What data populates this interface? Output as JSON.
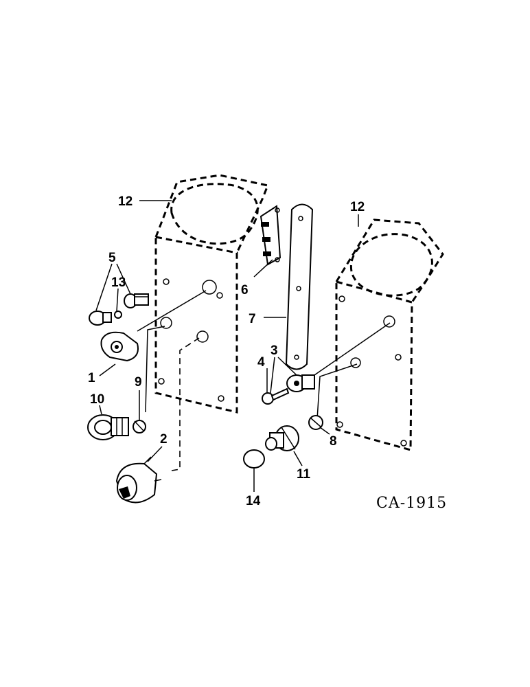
{
  "figure_code": "CA-1915",
  "callouts": [
    {
      "id": "callout-1",
      "label": "1"
    },
    {
      "id": "callout-2",
      "label": "2"
    },
    {
      "id": "callout-3",
      "label": "3"
    },
    {
      "id": "callout-4",
      "label": "4"
    },
    {
      "id": "callout-5",
      "label": "5"
    },
    {
      "id": "callout-6",
      "label": "6"
    },
    {
      "id": "callout-7",
      "label": "7"
    },
    {
      "id": "callout-8",
      "label": "8"
    },
    {
      "id": "callout-9",
      "label": "9"
    },
    {
      "id": "callout-10",
      "label": "10"
    },
    {
      "id": "callout-11",
      "label": "11"
    },
    {
      "id": "callout-12a",
      "label": "12"
    },
    {
      "id": "callout-12b",
      "label": "12"
    },
    {
      "id": "callout-13",
      "label": "13"
    },
    {
      "id": "callout-14",
      "label": "14"
    }
  ]
}
